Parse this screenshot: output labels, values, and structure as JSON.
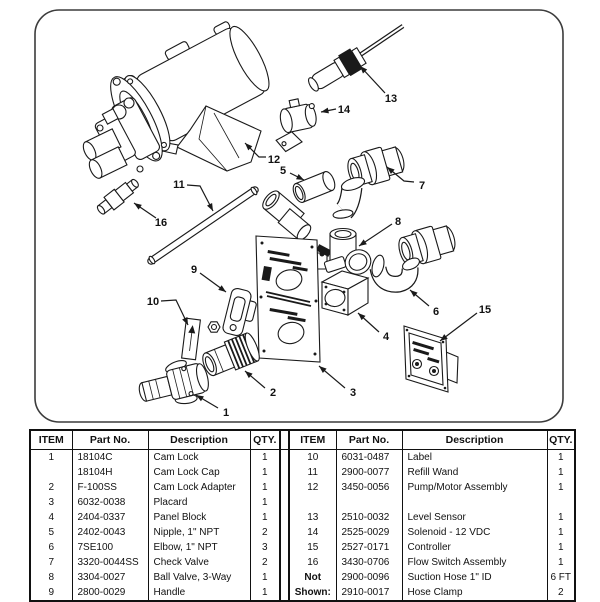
{
  "colors": {
    "line": "#1a1a1a",
    "background": "#ffffff",
    "border": "#3c3c3c"
  },
  "diagram": {
    "callouts": [
      {
        "label": "1",
        "t": [
          226,
          412
        ],
        "pts": [
          [
            218,
            408
          ],
          [
            196,
            395
          ]
        ]
      },
      {
        "label": "2",
        "t": [
          273,
          392
        ],
        "pts": [
          [
            265,
            388
          ],
          [
            245,
            371
          ]
        ]
      },
      {
        "label": "3",
        "t": [
          353,
          392
        ],
        "pts": [
          [
            345,
            388
          ],
          [
            319,
            366
          ]
        ]
      },
      {
        "label": "4",
        "t": [
          386,
          336
        ],
        "pts": [
          [
            379,
            332
          ],
          [
            358,
            313
          ]
        ]
      },
      {
        "label": "5",
        "t": [
          283,
          170
        ],
        "pts": [
          [
            290,
            173
          ],
          [
            304,
            180
          ]
        ]
      },
      {
        "label": "6",
        "t": [
          436,
          311
        ],
        "pts": [
          [
            429,
            306
          ],
          [
            410,
            290
          ]
        ]
      },
      {
        "label": "7",
        "t": [
          422,
          185
        ],
        "pts": [
          [
            414,
            182
          ],
          [
            404,
            181
          ],
          [
            387,
            167
          ]
        ]
      },
      {
        "label": "8",
        "t": [
          398,
          221
        ],
        "pts": [
          [
            392,
            224
          ],
          [
            359,
            246
          ]
        ]
      },
      {
        "label": "9",
        "t": [
          194,
          269
        ],
        "pts": [
          [
            200,
            273
          ],
          [
            226,
            292
          ]
        ]
      },
      {
        "label": "10",
        "t": [
          153,
          301
        ],
        "pts": [
          [
            161,
            301
          ],
          [
            176,
            300
          ],
          [
            188,
            325
          ]
        ]
      },
      {
        "label": "11",
        "t": [
          179,
          184
        ],
        "pts": [
          [
            187,
            185
          ],
          [
            200,
            186
          ],
          [
            213,
            211
          ]
        ]
      },
      {
        "label": "12",
        "t": [
          274,
          159
        ],
        "pts": [
          [
            266,
            157
          ],
          [
            259,
            157
          ],
          [
            245,
            143
          ]
        ]
      },
      {
        "label": "13",
        "t": [
          391,
          98
        ],
        "pts": [
          [
            385,
            93
          ],
          [
            360,
            66
          ]
        ]
      },
      {
        "label": "14",
        "t": [
          344,
          109
        ],
        "pts": [
          [
            336,
            109
          ],
          [
            321,
            112
          ]
        ]
      },
      {
        "label": "15",
        "t": [
          485,
          309
        ],
        "pts": [
          [
            477,
            313
          ],
          [
            440,
            341
          ]
        ]
      },
      {
        "label": "16",
        "t": [
          161,
          222
        ],
        "pts": [
          [
            156,
            218
          ],
          [
            134,
            203
          ]
        ]
      }
    ]
  },
  "parts_table": {
    "headers": [
      "ITEM",
      "Part No.",
      "Description",
      "QTY."
    ],
    "left_rows": [
      [
        "1",
        "18104C",
        "Cam Lock",
        "1"
      ],
      [
        "",
        "18104H",
        "Cam Lock Cap",
        "1"
      ],
      [
        "2",
        "F-100SS",
        "Cam Lock Adapter",
        "1"
      ],
      [
        "3",
        "6032-0038",
        "Placard",
        "1"
      ],
      [
        "4",
        "2404-0337",
        "Panel Block",
        "1"
      ],
      [
        "5",
        "2402-0043",
        "Nipple, 1\" NPT",
        "2"
      ],
      [
        "6",
        "7SE100",
        "Elbow, 1\" NPT",
        "3"
      ],
      [
        "7",
        "3320-0044SS",
        "Check Valve",
        "2"
      ],
      [
        "8",
        "3304-0027",
        "Ball Valve, 3-Way",
        "1"
      ],
      [
        "9",
        "2800-0029",
        "Handle",
        "1"
      ]
    ],
    "right_rows": [
      [
        "10",
        "6031-0487",
        "Label",
        "1"
      ],
      [
        "11",
        "2900-0077",
        "Refill Wand",
        "1"
      ],
      [
        "12",
        "3450-0056",
        "Pump/Motor Assembly",
        "1"
      ],
      [
        "",
        "",
        "",
        ""
      ],
      [
        "13",
        "2510-0032",
        "Level Sensor",
        "1"
      ],
      [
        "14",
        "2525-0029",
        "Solenoid - 12 VDC",
        "1"
      ],
      [
        "15",
        "2527-0171",
        "Controller",
        "1"
      ],
      [
        "16",
        "3430-0706",
        "Flow Switch Assembly",
        "1"
      ],
      [
        "Not",
        "2900-0096",
        "Suction Hose 1\" ID",
        "6 FT"
      ],
      [
        "Shown:",
        "2910-0017",
        "Hose Clamp",
        "2"
      ]
    ]
  }
}
